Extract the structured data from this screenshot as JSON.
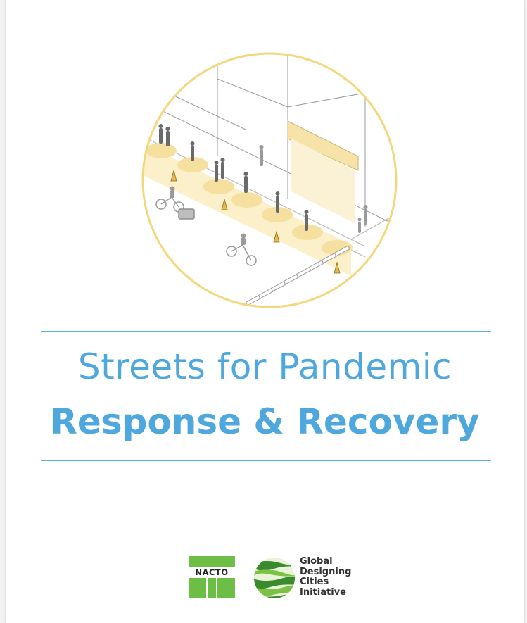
{
  "cover": {
    "title_line1": "Streets for Pandemic",
    "title_line2": "Response & Recovery"
  },
  "logos": {
    "nacto": "NACTO",
    "gdci_lines": [
      "Global",
      "Designing",
      "Cities",
      "Initiative"
    ]
  },
  "colors": {
    "title_blue": "#4ea8dd",
    "rule_blue": "#5fb2e3",
    "circle_yellow": "#f3d77c",
    "logo_green": "#6cbf44"
  }
}
